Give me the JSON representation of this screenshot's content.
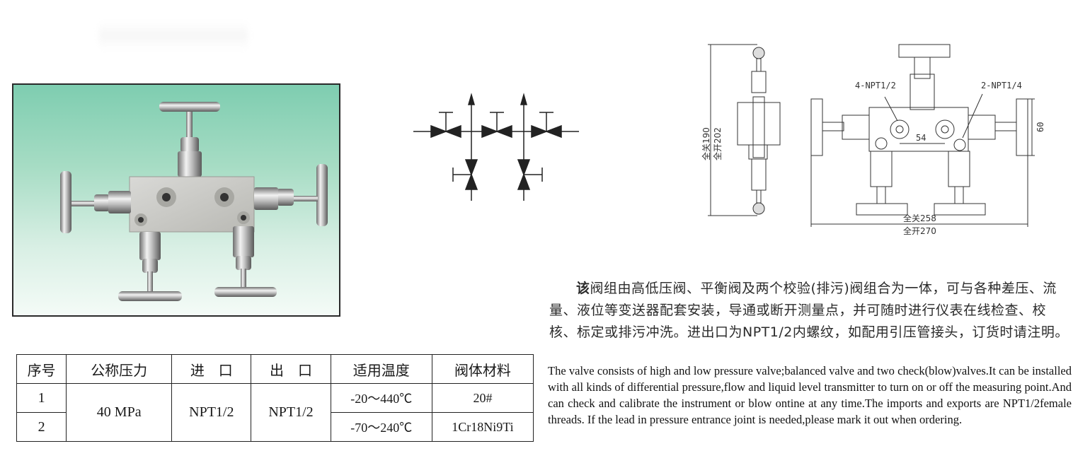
{
  "photo": {
    "alt": "Three-valve manifold with five T-handle valves, stainless steel"
  },
  "schematic": {
    "description": "Five-valve manifold flow schematic: three horizontal valves, two vertical drain valves, two up arrows"
  },
  "drawing": {
    "side_view": {
      "dim_closed": "全关190",
      "dim_open": "全开202"
    },
    "front_view": {
      "label_ports_main": "4-NPT1/2",
      "label_ports_drain": "2-NPT1/4",
      "dim_center": "54",
      "dim_height": "60",
      "dim_width_closed": "全关258",
      "dim_width_open": "全开270"
    }
  },
  "description": {
    "cn_lead": "该",
    "cn_text": "阀组由高低压阀、平衡阀及两个校验(排污)阀组合为一体，可与各种差压、流量、液位等变送器配套安装，导通或断开测量点，并可随时进行仪表在线检查、校核、标定或排污冲洗。进出口为NPT1/2内螺纹，如配用引压管接头，订货时请注明。",
    "en_text": "The valve consists of high and low pressure valve;balanced valve and two check(blow)valves.It can be installed with all kinds of differential pressure,flow and liquid level transmitter to turn on or off the measuring point.And can check and calibrate the instrument or blow ontine at any time.The imports and exports are NPT1/2female threads. If the lead in pressure entrance joint is needed,please mark it out when ordering."
  },
  "spec_table": {
    "headers": [
      "序号",
      "公称压力",
      "进　口",
      "出　口",
      "适用温度",
      "阀体材料"
    ],
    "rows": [
      {
        "no": "1",
        "temp": "-20～440℃",
        "material": "20#"
      },
      {
        "no": "2",
        "temp": "-70～240℃",
        "material": "1Cr18Ni9Ti"
      }
    ],
    "shared": {
      "pressure": "40 MPa",
      "inlet": "NPT1/2",
      "outlet": "NPT1/2"
    }
  }
}
